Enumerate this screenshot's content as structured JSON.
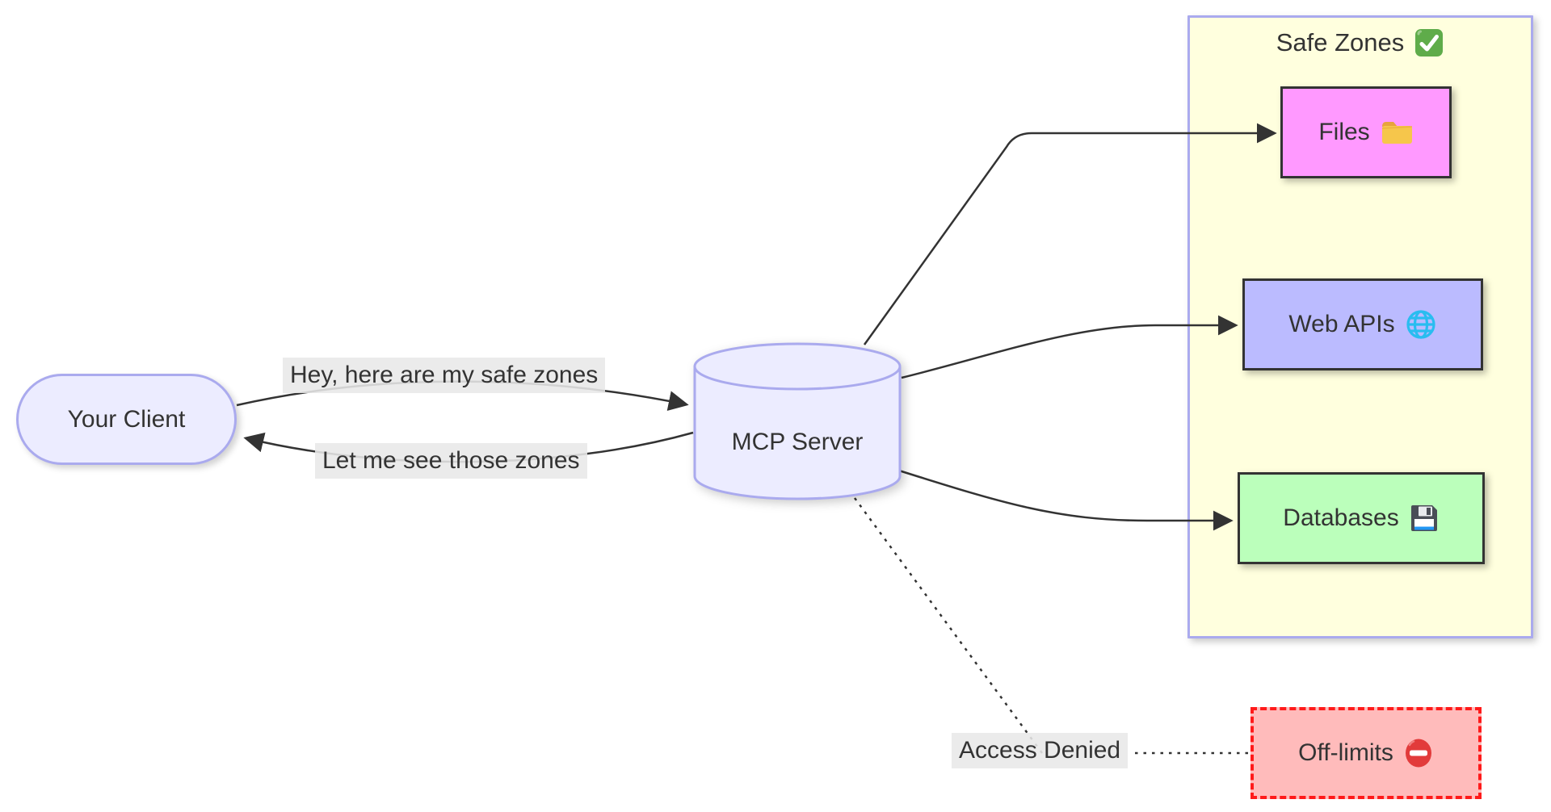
{
  "diagram_type": "flowchart",
  "background": "#FFFFFF",
  "text_color": "#333333",
  "edge_color": "#333333",
  "edge_label_bg": "#E8E8E8",
  "nodes": {
    "client": {
      "label": "Your Client",
      "shape": "stadium",
      "fill": "#ECECFF",
      "stroke": "#AAAAEE"
    },
    "server": {
      "label": "MCP Server",
      "shape": "cylinder",
      "fill": "#ECECFF",
      "stroke": "#AAAAEE"
    },
    "files": {
      "label": "Files",
      "icon": "folder-icon",
      "fill": "#FF99FF",
      "stroke": "#333333"
    },
    "web_apis": {
      "label": "Web APIs",
      "icon": "globe-icon",
      "fill": "#BBBBFF",
      "stroke": "#333333"
    },
    "databases": {
      "label": "Databases",
      "icon": "floppy-icon",
      "fill": "#BBFFBB",
      "stroke": "#333333"
    },
    "off_limits": {
      "label": "Off-limits",
      "icon": "no-entry-icon",
      "fill": "#FFBBBB",
      "stroke": "#FF0000",
      "stroke_style": "dashed"
    }
  },
  "cluster": {
    "title": "Safe Zones",
    "icon": "checkmark-icon",
    "fill": "#FFFFDE",
    "stroke": "#AAAAEE",
    "children": [
      "files",
      "web_apis",
      "databases"
    ]
  },
  "edges": [
    {
      "from": "client",
      "to": "server",
      "label": "Hey, here are my safe zones",
      "style": "solid",
      "arrow": true
    },
    {
      "from": "server",
      "to": "client",
      "label": "Let me see those zones",
      "style": "solid",
      "arrow": true
    },
    {
      "from": "server",
      "to": "files",
      "label": "",
      "style": "solid",
      "arrow": true
    },
    {
      "from": "server",
      "to": "web_apis",
      "label": "",
      "style": "solid",
      "arrow": true
    },
    {
      "from": "server",
      "to": "databases",
      "label": "",
      "style": "solid",
      "arrow": true
    },
    {
      "from": "server",
      "to": "off_limits",
      "label": "Access Denied",
      "style": "dotted",
      "arrow": false
    }
  ]
}
